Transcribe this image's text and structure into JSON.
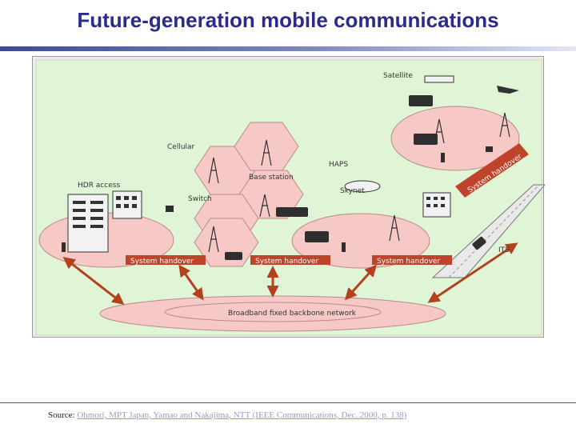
{
  "slide": {
    "title": "Future-generation mobile communications"
  },
  "diagram": {
    "labels": {
      "satellite": "Satellite",
      "cellular": "Cellular",
      "haps": "HAPS",
      "base_station": "Base station",
      "hdr_access": "HDR access",
      "switch": "Switch",
      "skynet": "Skynet",
      "its": "ITS",
      "handover_left": "System handover",
      "handover_middle": "System handover",
      "handover_right": "System handover",
      "handover_arc": "System handover",
      "backbone": "Broadband fixed backbone network"
    },
    "colors": {
      "background": "#dff5d6",
      "zone_fill": "#f6c9c6",
      "zone_stroke": "#b88a88",
      "arrow": "#b3411e",
      "handover_bar": "#c0442b"
    }
  },
  "footer": {
    "prefix": "Source: ",
    "citation": "Ohmori, MPT Japan, Yamao and Nakajima, NTT (IEEE Communications, Dec. 2000, p. 138)"
  }
}
